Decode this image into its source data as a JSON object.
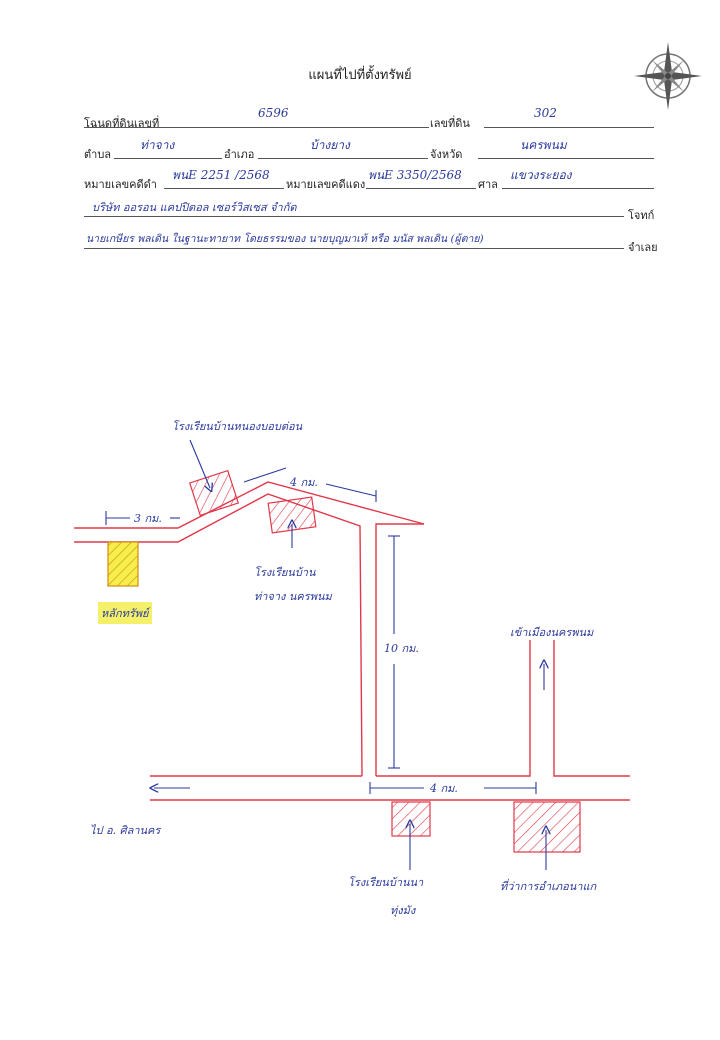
{
  "title": "แผนที่ไปที่ตั้งทรัพย์",
  "form": {
    "deed_label": "โฉนดที่ดินเลขที่",
    "deed_value": "6596",
    "land_no_label": "เลขที่ดิน",
    "land_no_value": "302",
    "subdistrict_label": "ตำบล",
    "subdistrict_value": "ท่าจาง",
    "district_label": "อำเภอ",
    "district_value": "บ้างยาง",
    "province_label": "จังหวัด",
    "province_value": "นครพนม",
    "black_case_label": "หมายเลขคดีดำ",
    "black_case_value": "พนE 2251 /2568",
    "red_case_label": "หมายเลขคดีแดง",
    "red_case_value": "พนE 3350/2568",
    "court_label": "ศาล",
    "court_value": "แขวงระยอง",
    "plaintiff_value": "บริษัท ออรอน แคปปิตอล เซอร์วิสเซส จำกัด",
    "plaintiff_label": "โจทก์",
    "defendant_value": "นายเกษียร พลเดิน ในฐานะทายาท โดยธรรมของ นายบุญมาเท้ หรือ มนัส พลเดิน (ผู้ตาย)",
    "defendant_label": "จำเลย"
  },
  "map": {
    "label_school1": "โรงเรียนบ้านหนองบอบต่อน",
    "label_dist_4km_top": "4 กม.",
    "label_dist_3km": "3 กม.",
    "label_school2_line1": "โรงเรียนบ้าน",
    "label_school2_line2": "ท่าจาง นครพนม",
    "label_property": "หลักทรัพย์",
    "label_dist_10km": "10 กม.",
    "label_to_city": "เข้าเมืองนครพนม",
    "label_to_district": "ไป อ. ศิลานคร",
    "label_dist_4km_bottom": "4 กม.",
    "label_school3_line1": "โรงเรียนบ้านนา",
    "label_school3_line2": "ทุ่งมัง",
    "label_office": "ที่ว่าการอำเภอนาแก"
  },
  "colors": {
    "road": "#e0384a",
    "ink": "#2b3a9c",
    "highlight": "#f4f06a"
  },
  "icons": {
    "compass": "compass-rose-icon"
  }
}
